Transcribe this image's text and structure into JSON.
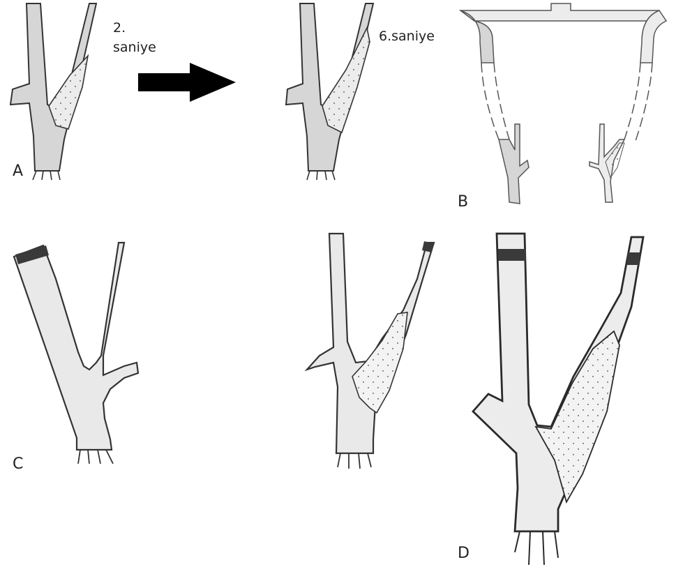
{
  "figure": {
    "arrow_label_line1": "2.",
    "arrow_label_line2": "saniye",
    "second_label": "6.saniye",
    "panel_a_label": "A",
    "panel_b_label": "B",
    "panel_c_label": "C",
    "panel_d_label": "D",
    "colors": {
      "vessel_fill": "#dcdcdc",
      "vessel_light_fill": "#e9e9e9",
      "outline": "#2f2f2f",
      "arrow": "#000000",
      "clamp": "#3a3a3a"
    }
  }
}
